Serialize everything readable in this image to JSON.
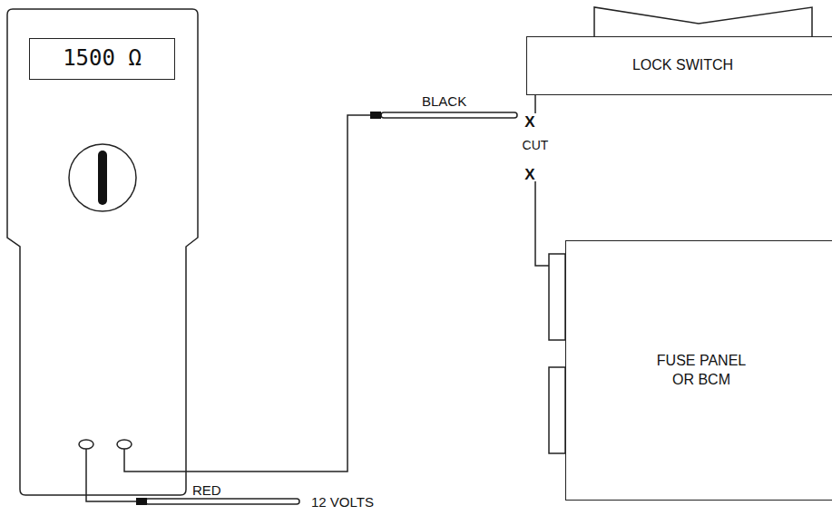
{
  "diagram": {
    "nodes": [
      {
        "text": [
          "1500 Ω"
        ]
      },
      {
        "text": [
          "LOCK SWITCH"
        ]
      },
      {
        "text": [
          "FUSE PANEL OR BCM"
        ]
      }
    ],
    "labels": [
      "BLACK",
      "X",
      "CUT",
      "X",
      "RED",
      "12 VOLTS"
    ]
  }
}
